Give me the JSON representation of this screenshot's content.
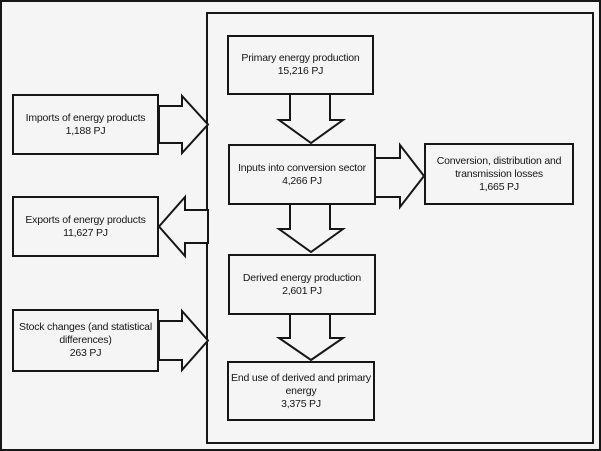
{
  "diagram": {
    "description": "Energy flow block diagram",
    "unit": "PJ",
    "colors": {
      "background": "#f5f5f5",
      "line": "#161616"
    },
    "nodes": {
      "imports": {
        "label": "Imports of energy products",
        "value": "1,188 PJ"
      },
      "exports": {
        "label": "Exports of energy products",
        "value": "11,627 PJ"
      },
      "stock": {
        "label": "Stock changes (and statistical differences)",
        "value": "263 PJ"
      },
      "primary": {
        "label": "Primary energy production",
        "value": "15,216 PJ"
      },
      "inputs": {
        "label": "Inputs into conversion sector",
        "value": "4,266 PJ"
      },
      "conversion": {
        "label": "Conversion, distribution and transmission losses",
        "value": "1,665 PJ"
      },
      "derived": {
        "label": "Derived energy production",
        "value": "2,601 PJ"
      },
      "enduse": {
        "label": "End use of derived and primary energy",
        "value": "3,375 PJ"
      }
    },
    "flows": [
      {
        "from": "imports",
        "to": "conversion-system",
        "direction": "right"
      },
      {
        "from": "conversion-system",
        "to": "exports",
        "direction": "left"
      },
      {
        "from": "stock",
        "to": "conversion-system",
        "direction": "right"
      },
      {
        "from": "primary",
        "to": "inputs",
        "direction": "down"
      },
      {
        "from": "inputs",
        "to": "conversion",
        "direction": "right"
      },
      {
        "from": "inputs",
        "to": "derived",
        "direction": "down"
      },
      {
        "from": "derived",
        "to": "enduse",
        "direction": "down"
      }
    ]
  }
}
